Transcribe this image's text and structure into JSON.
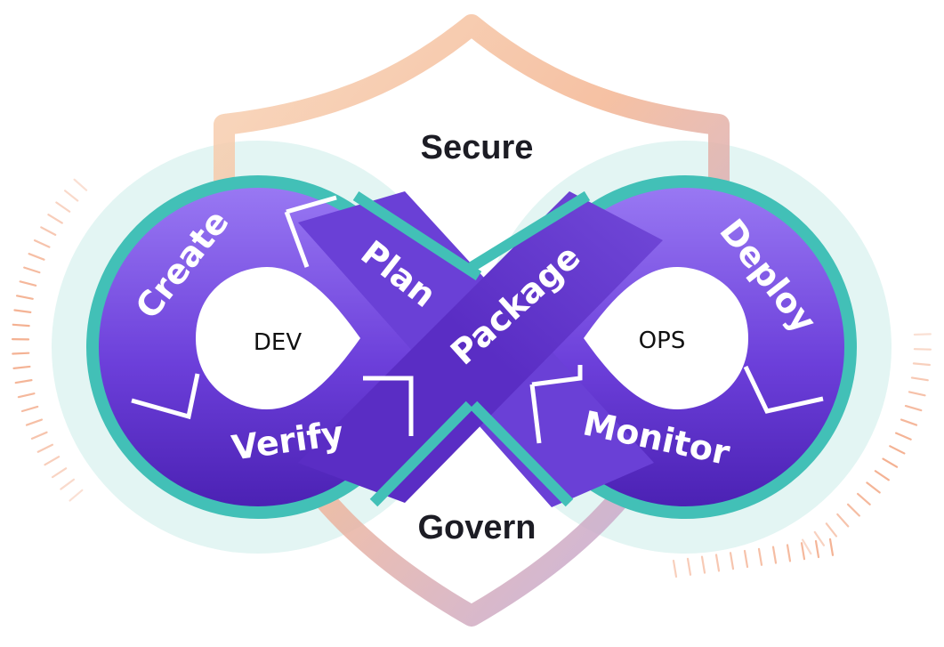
{
  "diagram": {
    "bands": {
      "top": "Secure",
      "bottom": "Govern"
    },
    "loops": {
      "left": "DEV",
      "right": "OPS"
    },
    "phases": [
      {
        "id": "create",
        "label": "Create"
      },
      {
        "id": "plan",
        "label": "Plan"
      },
      {
        "id": "verify",
        "label": "Verify"
      },
      {
        "id": "package",
        "label": "Package"
      },
      {
        "id": "deploy",
        "label": "Deploy"
      },
      {
        "id": "monitor",
        "label": "Monitor"
      }
    ],
    "colors": {
      "loop_top": "#8f6cf0",
      "loop_bottom": "#4f24b8",
      "teal_ring": "#43c1b8",
      "teal_glow": "#d9f2f0",
      "shield_orange": "#f6c9a6",
      "shield_purple": "#b9a8e6",
      "ticks": "#f3a987"
    }
  }
}
